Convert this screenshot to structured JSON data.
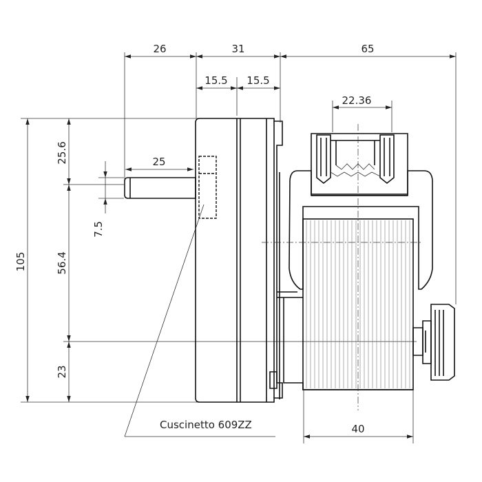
{
  "dimensions": {
    "top_26": "26",
    "top_31": "31",
    "top_65": "65",
    "top_15_5_left": "15.5",
    "top_15_5_right": "15.5",
    "connector_22_36": "22.36",
    "shaft_25": "25",
    "height_105": "105",
    "height_25_6": "25.6",
    "shaft_7_5": "7.5",
    "height_56_4": "56.4",
    "height_23": "23",
    "motor_40": "40"
  },
  "labels": {
    "bearing": "Cuscinetto  609ZZ"
  }
}
